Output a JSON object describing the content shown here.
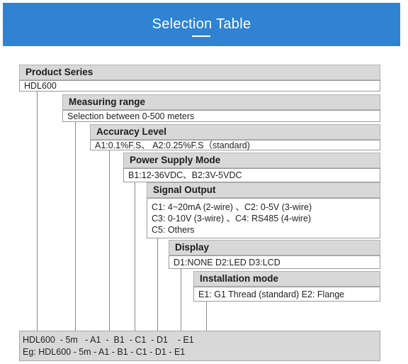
{
  "banner": {
    "title": "Selection Table"
  },
  "sections": [
    {
      "header": "Product Series",
      "lines": [
        "HDL600"
      ]
    },
    {
      "header": "Measuring range",
      "lines": [
        "Selection between 0-500 meters"
      ]
    },
    {
      "header": "Accuracy Level",
      "lines": [
        "A1:0.1%F.S、 A2:0.25%F.S（standard)"
      ]
    },
    {
      "header": "Power Supply Mode",
      "lines": [
        "B1:12-36VDC、B2:3V-5VDC"
      ]
    },
    {
      "header": "Signal Output",
      "lines": [
        "C1: 4~20mA (2-wire) 、C2: 0-5V (3-wire)",
        "C3: 0-10V (3-wire) 、C4: RS485 (4-wire)",
        "C5: Others"
      ]
    },
    {
      "header": "Display",
      "lines": [
        "D1:NONE D2:LED D3:LCD"
      ]
    },
    {
      "header": "Installation mode",
      "lines": [
        "E1: G1 Thread (standard) E2: Flange"
      ]
    }
  ],
  "code": {
    "line1": "HDL600  - 5m   - A1  -  B1  - C1  - D1    - E1",
    "line2": "Eg: HDL600 - 5m - A1 - B1 - C1 - D1 - E1"
  }
}
